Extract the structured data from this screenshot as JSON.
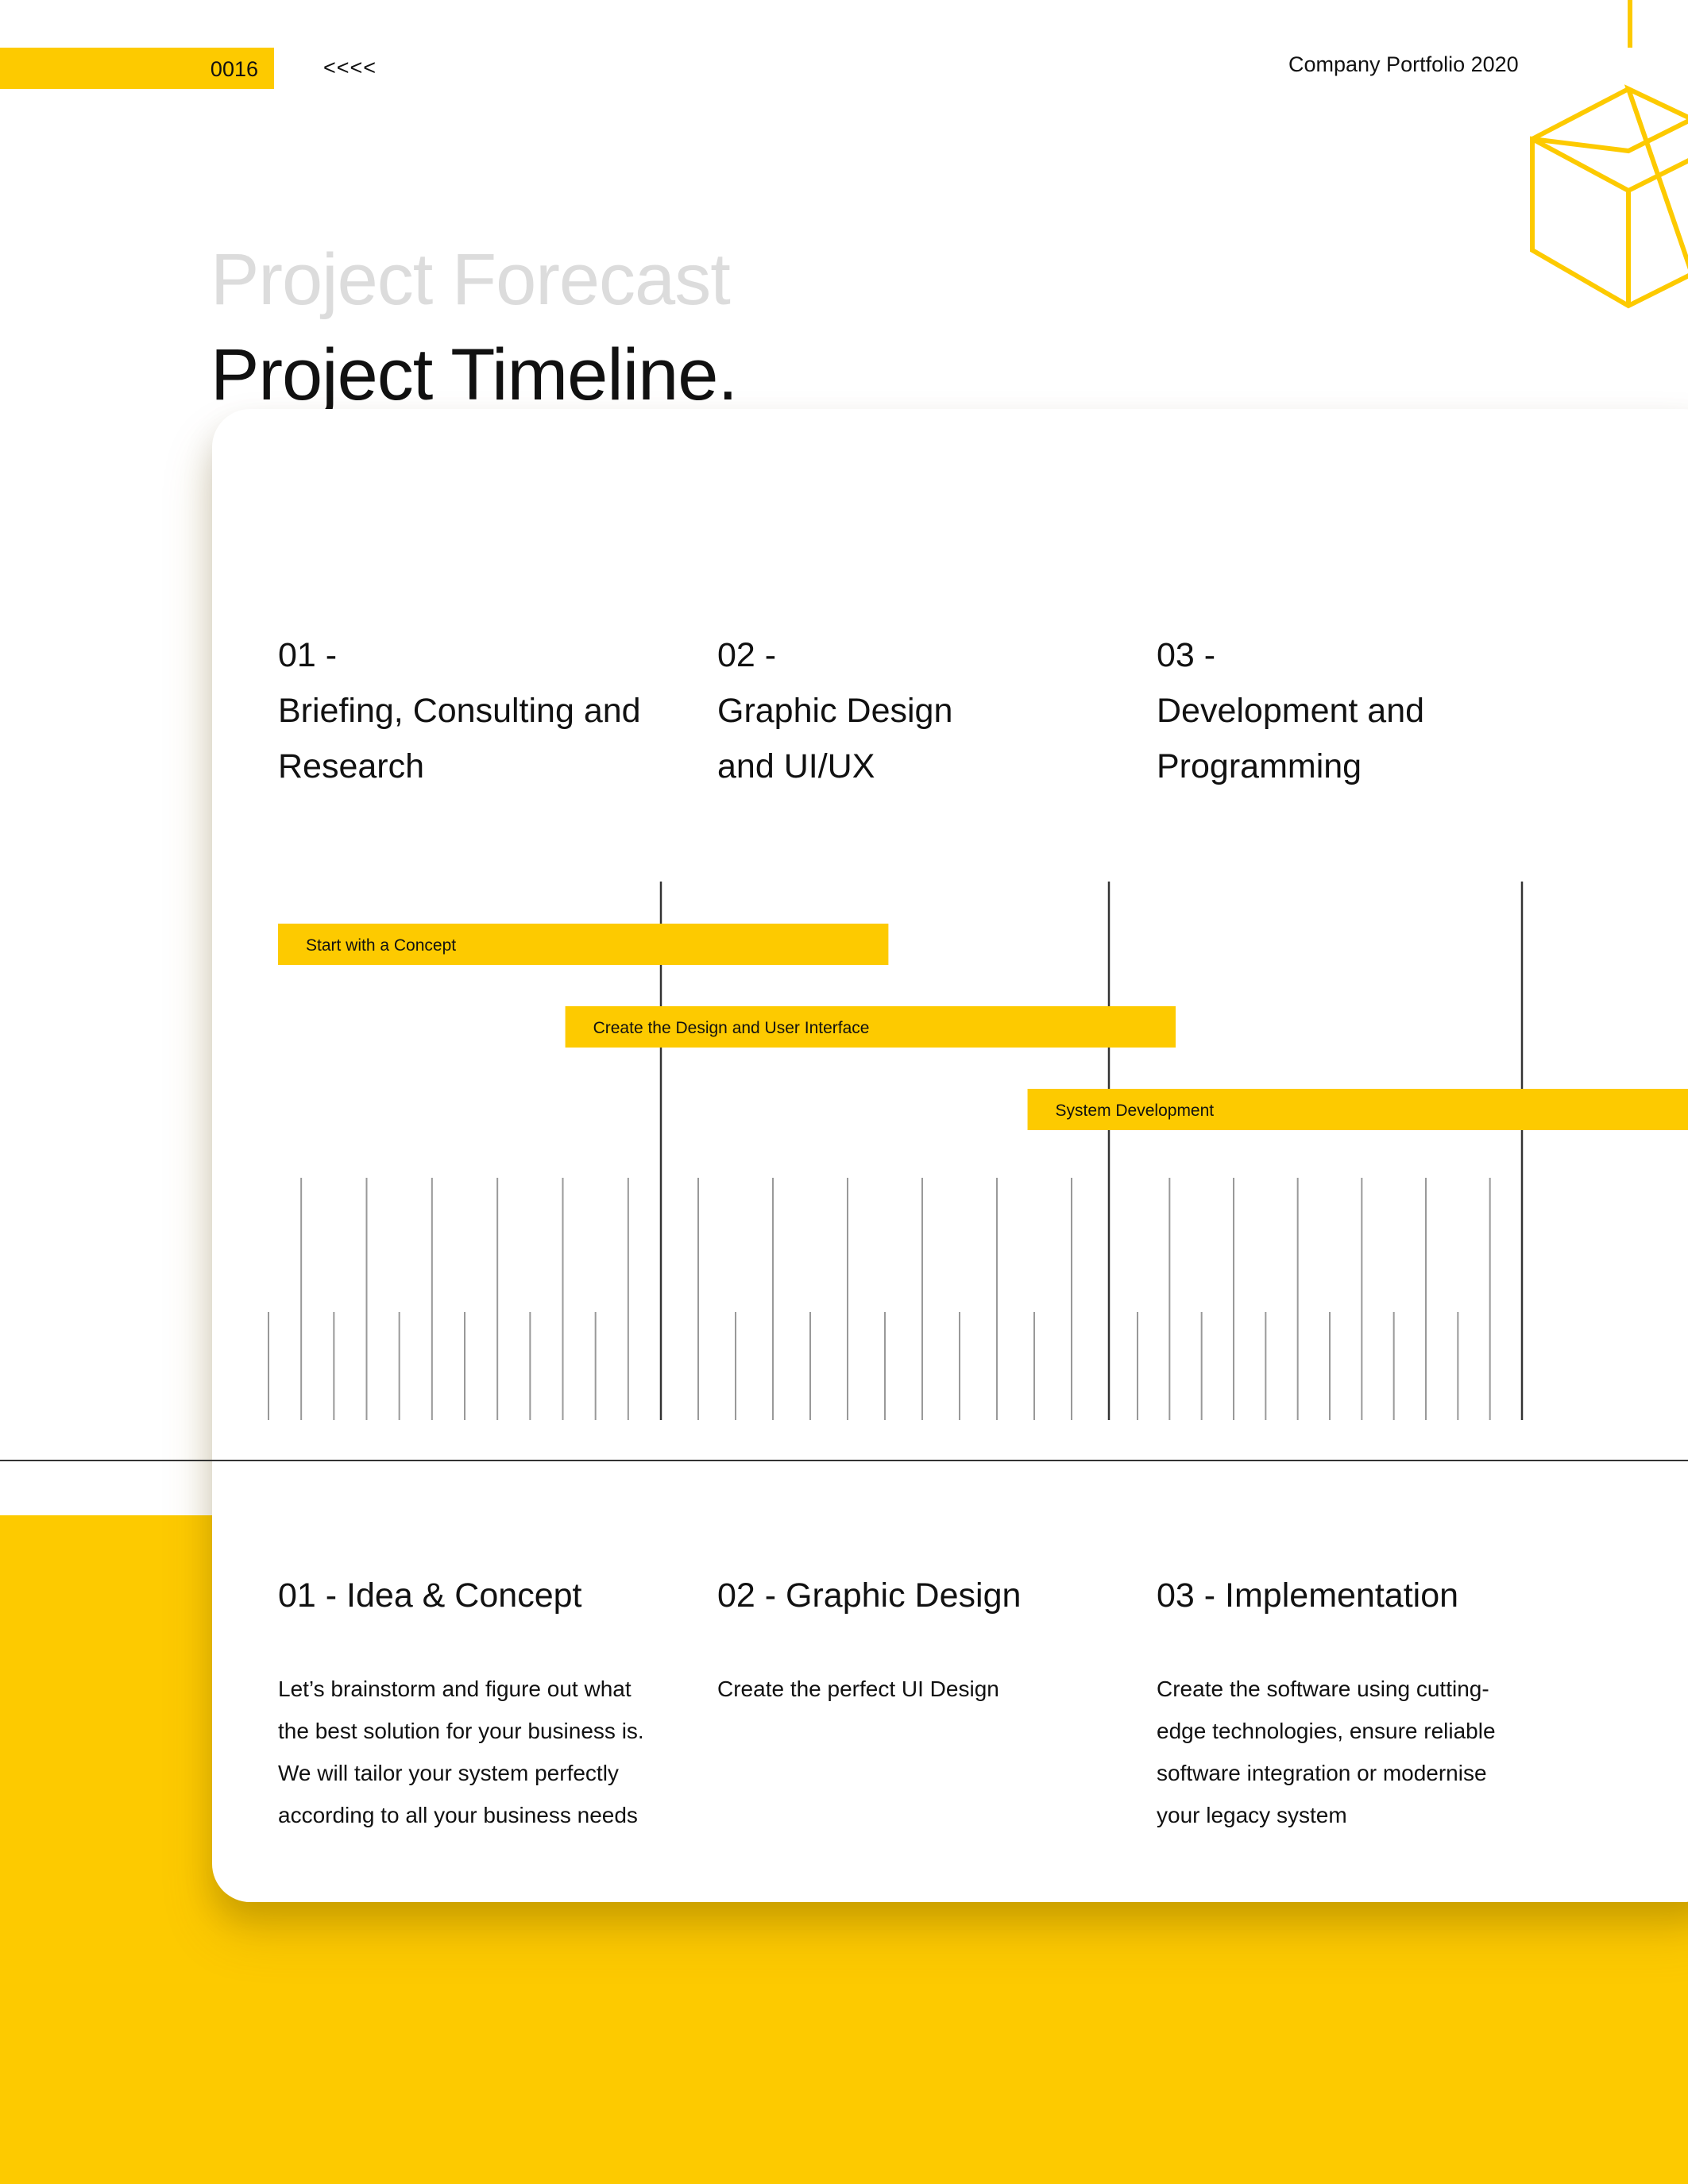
{
  "header": {
    "page_number": "0016",
    "back_label": "<<<<",
    "portfolio_title": "Company Portfolio 2020"
  },
  "colors": {
    "accent": "#fdca00",
    "text": "#111111",
    "subtitle": "#dcdcdc"
  },
  "page": {
    "subtitle": "Project Forecast",
    "title": "Project Timeline."
  },
  "phases": [
    {
      "num": "01 -",
      "lines": [
        "Briefing, Consulting and",
        "Research"
      ]
    },
    {
      "num": "02 -",
      "lines": [
        "Graphic Design",
        "and UI/UX"
      ]
    },
    {
      "num": "03 -",
      "lines": [
        "Development and",
        "Programming"
      ]
    }
  ],
  "chart_data": {
    "type": "gantt",
    "phase_count": 3,
    "tasks": [
      {
        "label": "Start with a Concept",
        "start": 0.0,
        "end": 1.36
      },
      {
        "label": "Create the Design and User Interface",
        "start": 0.64,
        "end": 2.0
      },
      {
        "label": "System Development",
        "start": 1.67,
        "end": 3.37
      }
    ]
  },
  "steps": [
    {
      "heading": "01 - Idea & Concept",
      "lines": [
        "Let’s brainstorm and figure out what",
        "the best solution for your business is.",
        "We will tailor your system perfectly",
        "according to all your business needs"
      ]
    },
    {
      "heading": "02 - Graphic Design",
      "lines": [
        "Create the perfect UI Design"
      ]
    },
    {
      "heading": "03 - Implementation",
      "lines": [
        "Create the software using cutting-",
        "edge technologies, ensure reliable",
        "software integration or modernise",
        "your legacy system"
      ]
    }
  ]
}
